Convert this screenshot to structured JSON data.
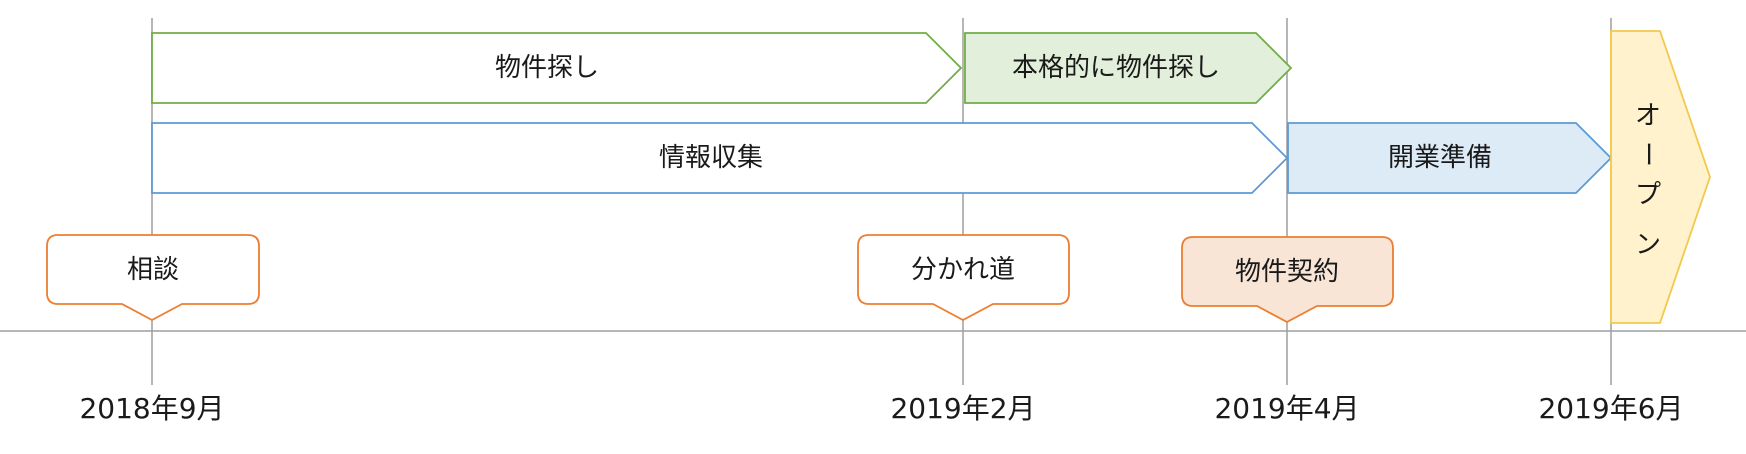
{
  "colors": {
    "green_stroke": "#70AD47",
    "green_fill": "#E2EFDA",
    "blue_stroke": "#5B9BD5",
    "blue_fill": "#DDEBF7",
    "orange_stroke": "#ED7D31",
    "orange_fill": "#F8E5D6",
    "yellow_stroke": "#F2C94C",
    "yellow_fill": "#FFF2CC",
    "axis": "#9E9E9E"
  },
  "dates": {
    "d1": "2018年9月",
    "d2": "2019年2月",
    "d3": "2019年4月",
    "d4": "2019年6月"
  },
  "phases": {
    "search": "物件探し",
    "full_search": "本格的に物件探し",
    "info": "情報収集",
    "prep": "開業準備"
  },
  "milestones": {
    "consult": "相談",
    "crossroads": "分かれ道",
    "contract": "物件契約"
  },
  "open": {
    "c1": "オ",
    "c2": "ー",
    "c3": "プ",
    "c4": "ン"
  }
}
